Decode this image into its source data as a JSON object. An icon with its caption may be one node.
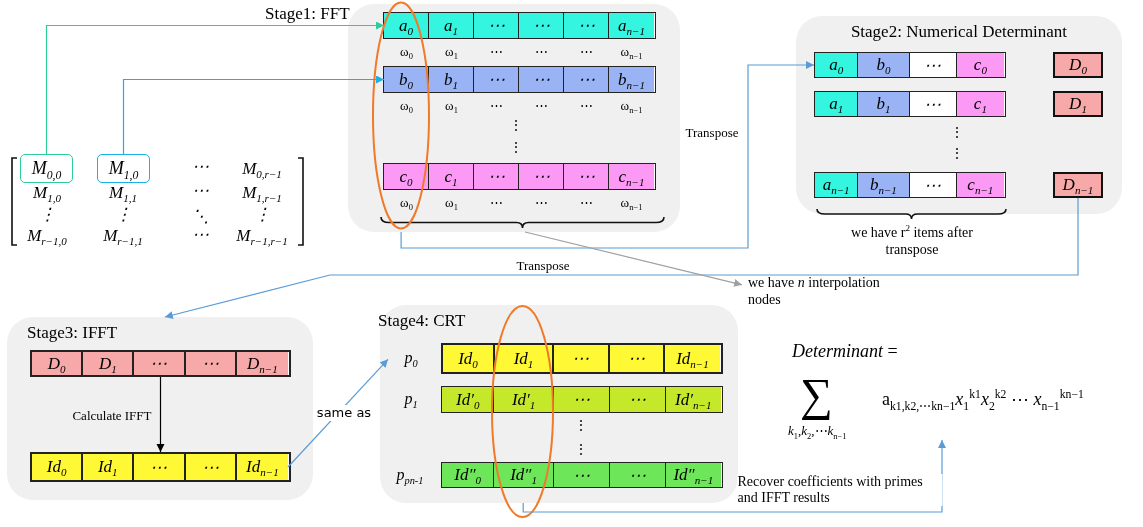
{
  "diagram": {
    "nodes": [
      {
        "text": [
          "Stage1: FFT"
        ]
      },
      {
        "text": [],
        "shape": "bar",
        "in": 0
      },
      {
        "text": [
          "a$_{0}$"
        ],
        "in": 1
      },
      {
        "text": [
          "a$_{1}$"
        ],
        "in": 1
      },
      {
        "text": [
          "⋯"
        ],
        "in": 1
      },
      {
        "text": [
          "⋯"
        ],
        "in": 1
      },
      {
        "text": [
          "⋯"
        ],
        "in": 1
      },
      {
        "text": [
          "a$_{n−1}$"
        ],
        "in": 1
      },
      {
        "text": [],
        "shape": "bar",
        "in": 0
      },
      {
        "text": [
          "b$_{0}$"
        ],
        "in": 8
      },
      {
        "text": [
          "b$_{1}$"
        ],
        "in": 8
      },
      {
        "text": [
          "⋯"
        ],
        "in": 8
      },
      {
        "text": [
          "⋯"
        ],
        "in": 8
      },
      {
        "text": [
          "⋯"
        ],
        "in": 8
      },
      {
        "text": [
          "b$_{n−1}$"
        ],
        "in": 8
      },
      {
        "text": [],
        "shape": "bar",
        "in": 0
      },
      {
        "text": [
          "c$_{0}$"
        ],
        "in": 15
      },
      {
        "text": [
          "c$_{1}$"
        ],
        "in": 15
      },
      {
        "text": [
          "⋯"
        ],
        "in": 15
      },
      {
        "text": [
          "⋯"
        ],
        "in": 15
      },
      {
        "text": [
          "⋯"
        ],
        "in": 15
      },
      {
        "text": [
          "c$_{n−1}$"
        ],
        "in": 15
      },
      {
        "text": [
          "Stage2: Numerical Determinant"
        ]
      },
      {
        "text": [],
        "shape": "bar",
        "in": 22
      },
      {
        "text": [
          "a$_{0}$"
        ],
        "in": 23
      },
      {
        "text": [
          "b$_{0}$"
        ],
        "in": 23
      },
      {
        "text": [
          "⋯"
        ],
        "in": 23
      },
      {
        "text": [
          "c$_{0}$"
        ],
        "in": 23
      },
      {
        "text": [],
        "shape": "bar",
        "in": 22
      },
      {
        "text": [
          "a$_{1}$"
        ],
        "in": 28
      },
      {
        "text": [
          "b$_{1}$"
        ],
        "in": 28
      },
      {
        "text": [
          "⋯"
        ],
        "in": 28
      },
      {
        "text": [
          "c$_{1}$"
        ],
        "in": 28
      },
      {
        "text": [],
        "shape": "bar",
        "in": 22
      },
      {
        "text": [
          "a$_{n−1}$"
        ],
        "in": 33
      },
      {
        "text": [
          "b$_{n−1}$"
        ],
        "in": 33
      },
      {
        "text": [
          "⋯"
        ],
        "in": 33
      },
      {
        "text": [
          "c$_{n−1}$"
        ],
        "in": 33
      },
      {
        "text": [
          "D$_{0}$"
        ],
        "in": 22
      },
      {
        "text": [
          "D$_{1}$"
        ],
        "in": 22
      },
      {
        "text": [
          "D$_{n−1}$"
        ],
        "in": 22
      },
      {
        "text": [
          "we have *n* interpolation nodes"
        ]
      },
      {
        "text": [
          "M$_{0,0}$"
        ]
      },
      {
        "text": [
          "M$_{1,0}$"
        ]
      },
      {
        "text": [
          "Stage3: IFFT"
        ]
      },
      {
        "text": [],
        "shape": "bar",
        "in": 44
      },
      {
        "text": [
          "D$_{0}$"
        ],
        "in": 45
      },
      {
        "text": [
          "D$_{1}$"
        ],
        "in": 45
      },
      {
        "text": [
          "⋯"
        ],
        "in": 45
      },
      {
        "text": [
          "⋯"
        ],
        "in": 45
      },
      {
        "text": [
          "D$_{n−1}$"
        ],
        "in": 45
      },
      {
        "text": [],
        "shape": "bar",
        "in": 44
      },
      {
        "text": [
          "Id$_{0}$"
        ],
        "in": 51
      },
      {
        "text": [
          "Id$_{1}$"
        ],
        "in": 51
      },
      {
        "text": [
          "⋯"
        ],
        "in": 51
      },
      {
        "text": [
          "⋯"
        ],
        "in": 51
      },
      {
        "text": [
          "Id$_{n−1}$"
        ],
        "in": 51
      },
      {
        "text": [
          "Stage4: CRT"
        ]
      },
      {
        "text": [
          "p$_{0}$"
        ],
        "in": 57
      },
      {
        "text": [
          "p$_{1}$"
        ],
        "in": 57
      },
      {
        "text": [
          "p$_{pn-1}$"
        ],
        "in": 57
      },
      {
        "text": [],
        "shape": "bar",
        "in": 57
      },
      {
        "text": [
          "Id$_{0}$"
        ],
        "in": 61
      },
      {
        "text": [
          "Id$_{1}$"
        ],
        "in": 61
      },
      {
        "text": [
          "⋯"
        ],
        "in": 61
      },
      {
        "text": [
          "⋯"
        ],
        "in": 61
      },
      {
        "text": [
          "Id$_{n−1}$"
        ],
        "in": 61
      },
      {
        "text": [],
        "shape": "bar",
        "in": 57
      },
      {
        "text": [
          "Id′$_{0}$"
        ],
        "in": 67
      },
      {
        "text": [
          "Id′$_{1}$"
        ],
        "in": 67
      },
      {
        "text": [
          "⋯"
        ],
        "in": 67
      },
      {
        "text": [
          "⋯"
        ],
        "in": 67
      },
      {
        "text": [
          "Id′$_{n−1}$"
        ],
        "in": 67
      },
      {
        "text": [],
        "shape": "bar",
        "in": 57
      },
      {
        "text": [
          "Id″$_{0}$"
        ],
        "in": 73
      },
      {
        "text": [
          "Id″$_{1}$"
        ],
        "in": 73
      },
      {
        "text": [
          "⋯"
        ],
        "in": 73
      },
      {
        "text": [
          "⋯"
        ],
        "in": 73
      },
      {
        "text": [
          "Id″$_{n−1}$"
        ],
        "in": 73
      },
      {
        "text": [
          "*Determinant* =",
          "∑",
          "*k*$_{1}$,*k*$_{2}$,⋯*k*$_{n−1}$",
          "a$_{k1,k2,⋯kn−1}$*x*$_{1}$$^{k1}$*x*$_{2}$$^{k2}$ ⋯ *x*$_{n−1}$$^{kn−1}$"
        ]
      }
    ],
    "edges": [
      {
        "from": 42,
        "to": 2,
        "arrow": "to",
        "color": "#2ecc9a"
      },
      {
        "from": 43,
        "to": 9,
        "arrow": "to",
        "color": "#1ab0e8"
      },
      {
        "from": 0,
        "to": 23,
        "arrow": "to",
        "label": "Transpose"
      },
      {
        "from": 40,
        "to": 44,
        "arrow": "to",
        "label": "Transpose"
      },
      {
        "from": 0,
        "to": 41,
        "arrow": "to",
        "color": "#a0a0a0"
      },
      {
        "from": 45,
        "to": 51,
        "arrow": "to",
        "label": "Calculate IFFT",
        "color": "#000000"
      },
      {
        "from": 56,
        "to": 58,
        "arrow": "to",
        "label": "same as"
      },
      {
        "from": 57,
        "to": 79,
        "arrow": "to",
        "label": "Recover coefficients with primes and IFFT results"
      }
    ],
    "labels": [
      "⋯",
      "M$_{0,r−1}$",
      "M$_{1,0}$",
      "M$_{1,1}$",
      "⋯",
      "M$_{1,r−1}$",
      "⋮",
      "⋮",
      "⋱",
      "⋮",
      "M$_{r−1,0}$",
      "M$_{r−1,1}$",
      "⋯",
      "M$_{r−1,r−1}$",
      "⋮",
      "⋮",
      "⋮",
      "⋮",
      "we have r$^{2}$ items after transpose",
      "⋮",
      "⋮",
      "ω$_{0}$",
      "ω$_{1}$",
      "⋯",
      "⋯",
      "⋯",
      "ω$_{n−1}$",
      "ω$_{0}$",
      "ω$_{1}$",
      "⋯",
      "⋯",
      "⋯",
      "ω$_{n−1}$",
      "ω$_{0}$",
      "ω$_{1}$",
      "⋯",
      "⋯",
      "⋯",
      "ω$_{n−1}$"
    ]
  }
}
